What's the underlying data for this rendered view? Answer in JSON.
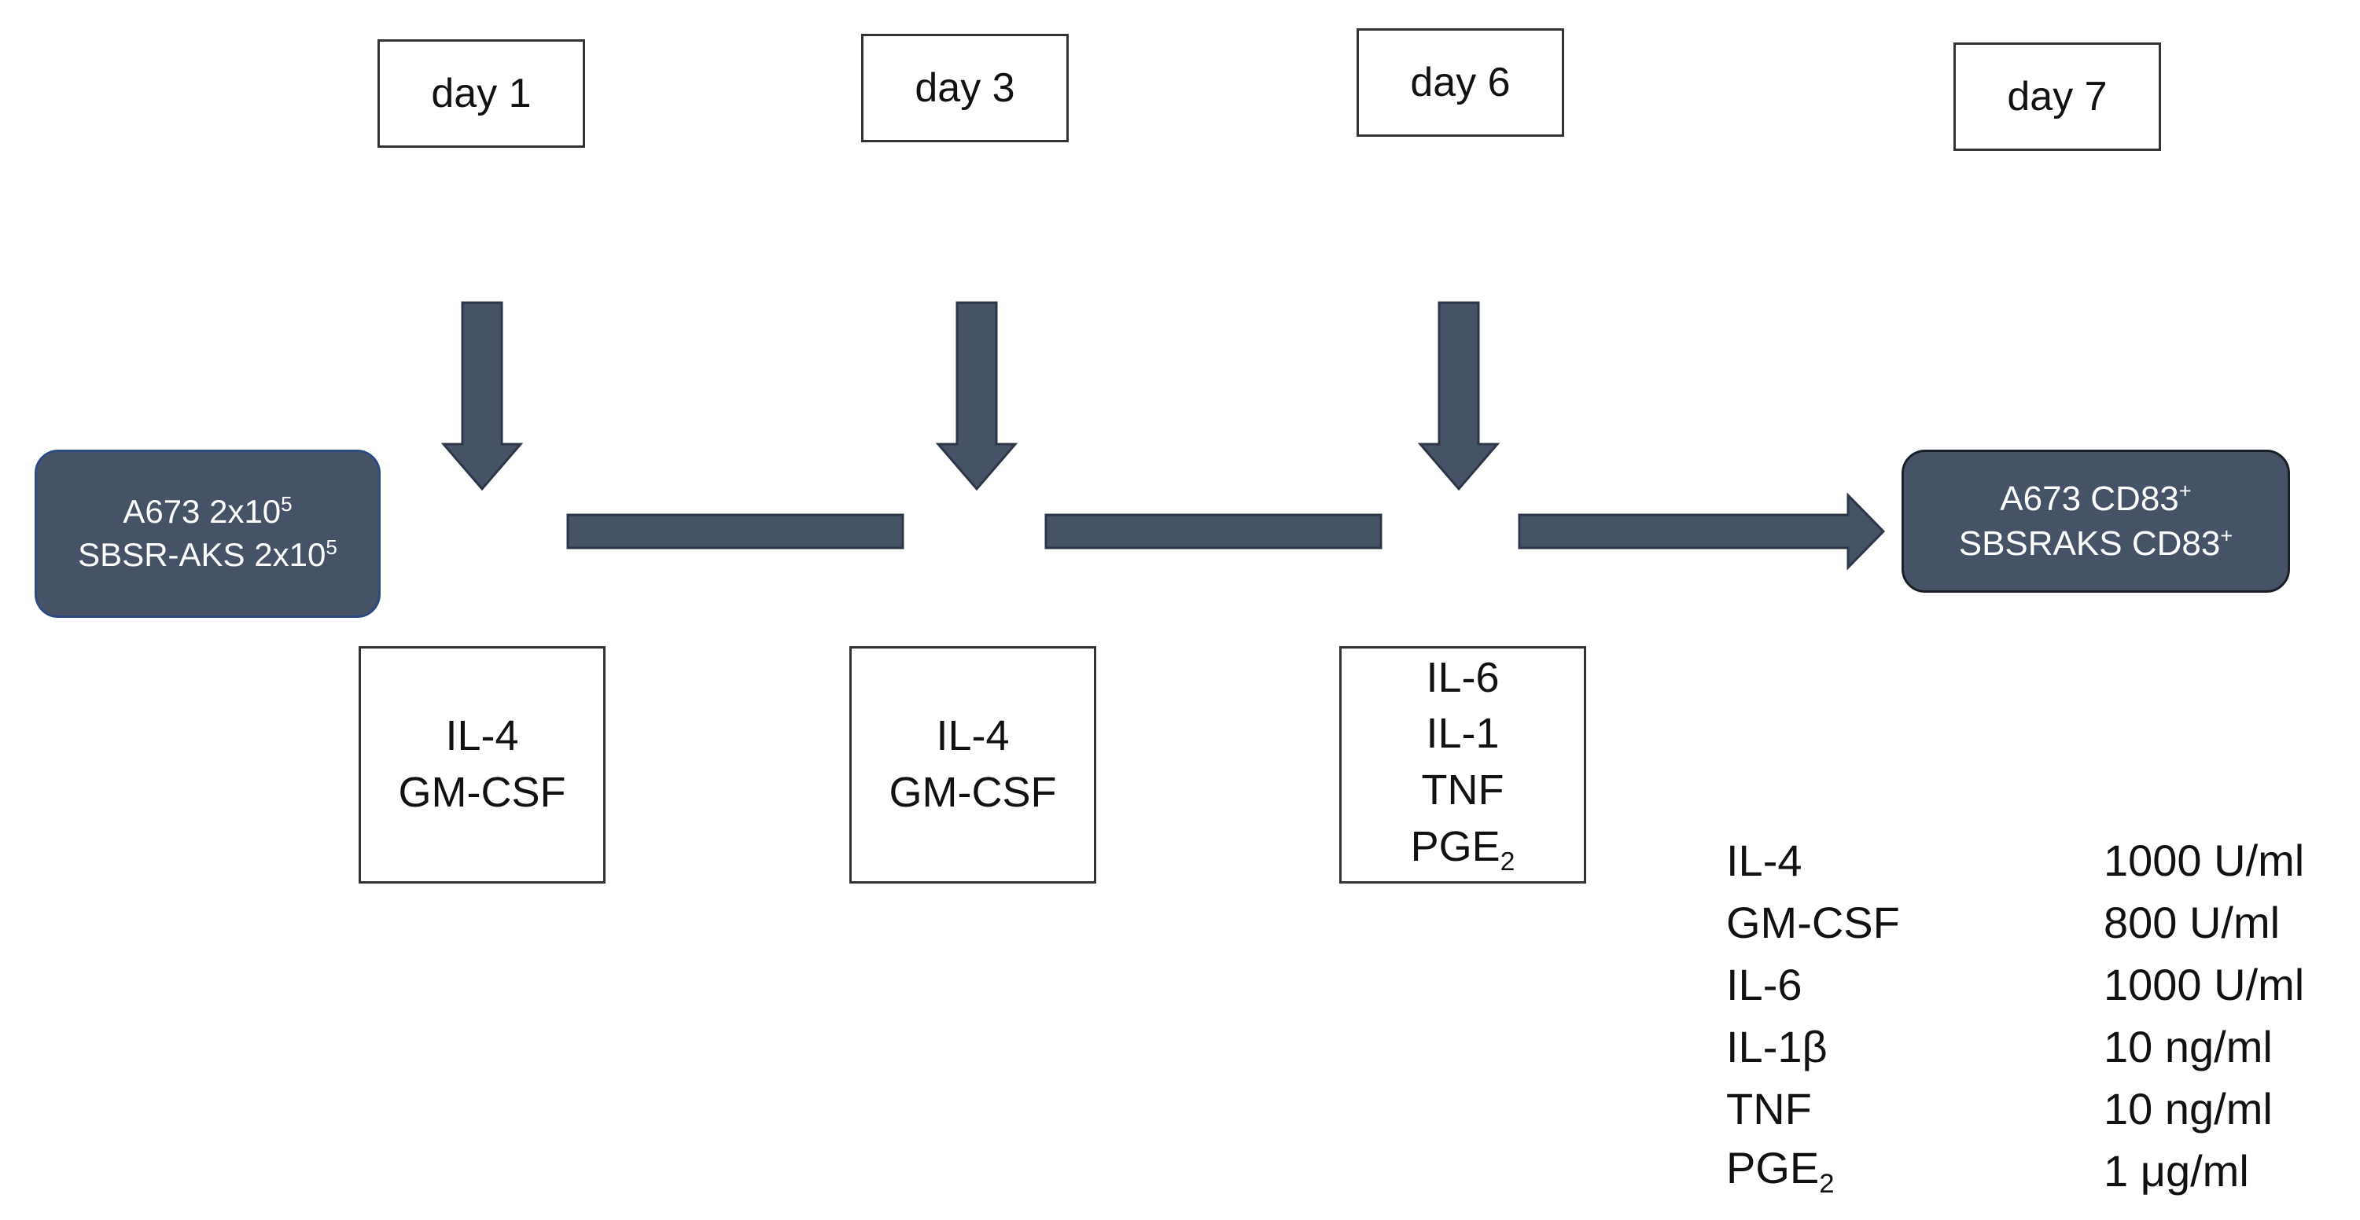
{
  "days": [
    {
      "label": "day 1"
    },
    {
      "label": "day 3"
    },
    {
      "label": "day 6"
    },
    {
      "label": "day 7"
    }
  ],
  "start_node": {
    "line1_main": "A673 2x10",
    "line1_sup": "5",
    "line2_main": "SBSR-AKS 2x10",
    "line2_sup": "5"
  },
  "end_node": {
    "line1_main": "A673 CD83",
    "line1_sup": "+",
    "line2_main": "SBSRAKS CD83",
    "line2_sup": "+"
  },
  "cytokine_boxes": [
    {
      "items": [
        "IL-4",
        "GM-CSF"
      ]
    },
    {
      "items": [
        "IL-4",
        "GM-CSF"
      ]
    },
    {
      "items": [
        "IL-6",
        "IL-1",
        "TNF"
      ],
      "last_main": "PGE",
      "last_sub": "2"
    }
  ],
  "legend": [
    {
      "name": "IL-4",
      "value": "1000 U/ml"
    },
    {
      "name": "GM-CSF",
      "value": "800 U/ml"
    },
    {
      "name": "IL-6",
      "value": "1000 U/ml"
    },
    {
      "name": "IL-1β",
      "value": "10 ng/ml"
    },
    {
      "name": "TNF",
      "value": "10 ng/ml"
    },
    {
      "name_main": "PGE",
      "name_sub": "2",
      "value": "1 μg/ml"
    }
  ],
  "colors": {
    "node_fill": "#465366",
    "start_border": "#2a4a80",
    "arrow_fill": "#465366"
  }
}
